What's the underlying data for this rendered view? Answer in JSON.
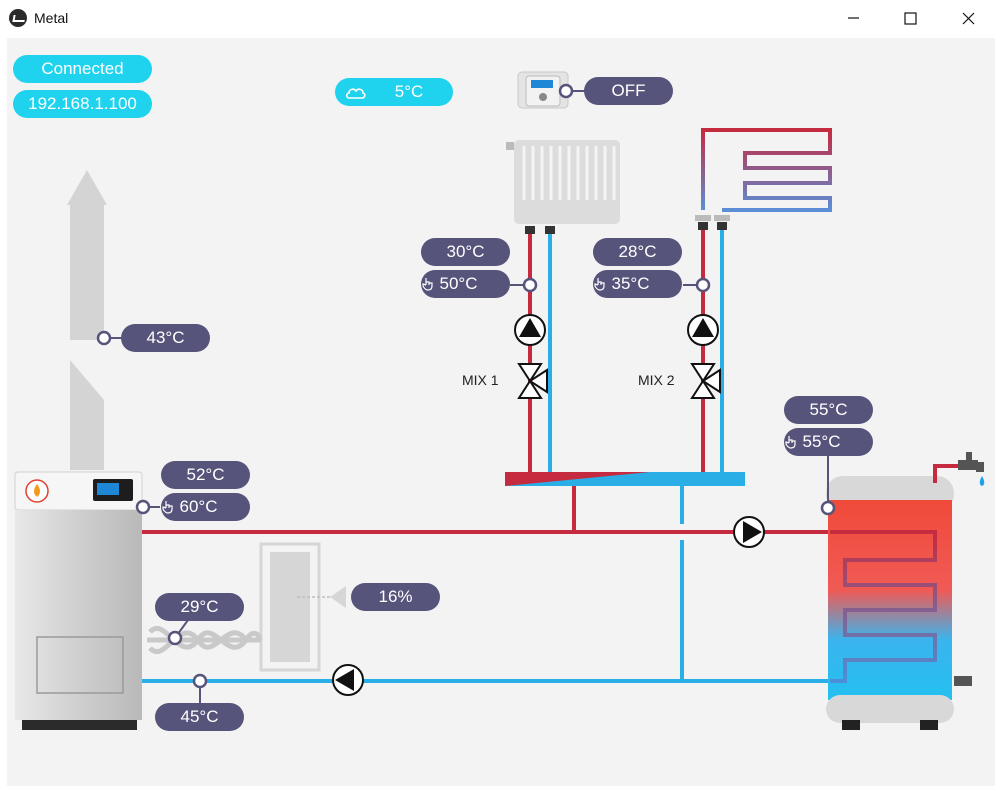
{
  "window": {
    "title": "Metal"
  },
  "status": {
    "connection": "Connected",
    "ip": "192.168.1.100"
  },
  "weather": {
    "icon": "cloud-icon",
    "outdoor_temp": "5°C"
  },
  "thermostat": {
    "icon": "thermostat-icon",
    "state": "OFF"
  },
  "chimney": {
    "temp": "43°C"
  },
  "boiler": {
    "temp_actual": "52°C",
    "temp_set": "60°C"
  },
  "auger": {
    "temp": "29°C"
  },
  "hopper": {
    "fuel_level": "16%"
  },
  "return_line": {
    "temp": "45°C"
  },
  "circuit1": {
    "label": "MIX 1",
    "temp_actual": "30°C",
    "temp_set": "50°C"
  },
  "circuit2": {
    "label": "MIX 2",
    "temp_actual": "28°C",
    "temp_set": "35°C"
  },
  "dhw_tank": {
    "temp_actual": "55°C",
    "temp_set": "55°C"
  },
  "colors": {
    "supply": "#c62a3f",
    "return": "#2aaee6",
    "pill": "#56547a",
    "accent": "#1fd3ee"
  }
}
